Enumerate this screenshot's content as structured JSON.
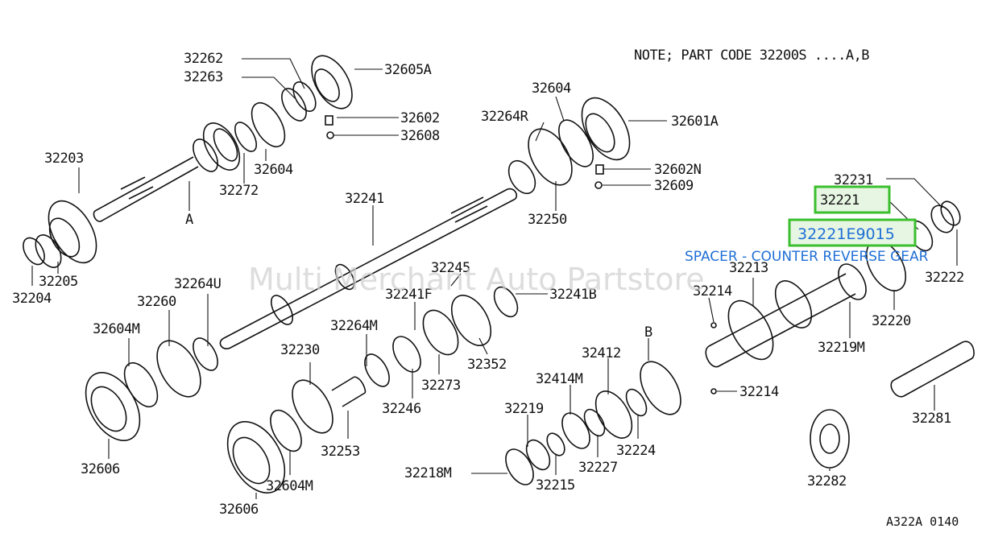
{
  "note": "NOTE; PART CODE  32200S ....A,B",
  "reference": "A322A 0140",
  "watermark": "Multi Merchant Auto Partstore",
  "highlight": {
    "part_number": "32221",
    "oem_number": "32221E9015",
    "description": "SPACER - COUNTER REVERSE GEAR",
    "color_box": "#3bbf2e",
    "color_text": "#1f6fd6"
  },
  "callouts": {
    "l32262": "32262",
    "l32263": "32263",
    "l32605A": "32605A",
    "l32602": "32602",
    "l32608": "32608",
    "l32604a": "32604",
    "l32272": "32272",
    "l32203": "32203",
    "lA": "A",
    "l32205": "32205",
    "l32204": "32204",
    "l32604b": "32604",
    "l32264R": "32264R",
    "l32601A": "32601A",
    "l32602N": "32602N",
    "l32609": "32609",
    "l32250": "32250",
    "l32241": "32241",
    "l32245": "32245",
    "l32241F": "32241F",
    "l32241B": "32241B",
    "l32264U": "32264U",
    "l32260": "32260",
    "l32604M": "32604M",
    "l32264M": "32264M",
    "l32230": "32230",
    "l32246": "32246",
    "l32273": "32273",
    "l32352": "32352",
    "l32253": "32253",
    "l32606a": "32606",
    "l32606b": "32606",
    "l32604Mb": "32604M",
    "l32412": "32412",
    "lB": "B",
    "l32414M": "32414M",
    "l32219": "32219",
    "l32224": "32224",
    "l32227": "32227",
    "l32215": "32215",
    "l32218M": "32218M",
    "l32231": "32231",
    "l32213": "32213",
    "l32222": "32222",
    "l32214a": "32214",
    "l32220": "32220",
    "l32219M": "32219M",
    "l32214b": "32214",
    "l32281": "32281",
    "l32282": "32282"
  }
}
